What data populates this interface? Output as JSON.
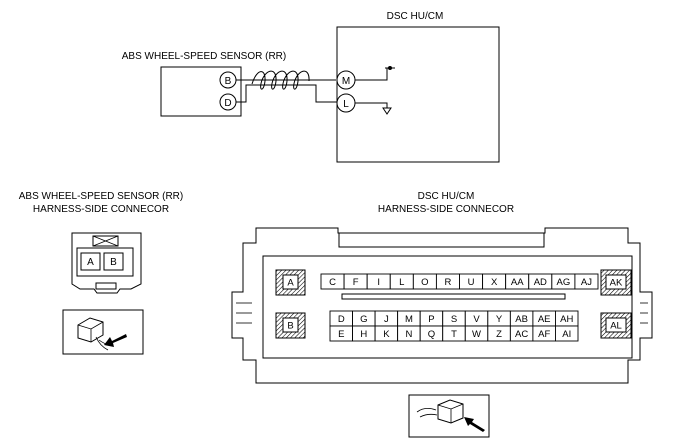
{
  "wiring": {
    "ecu_title": "DSC HU/CM",
    "sensor_title": "ABS WHEEL-SPEED SENSOR (RR)",
    "sensor_pins": [
      "B",
      "D"
    ],
    "ecu_pins": [
      "M",
      "L"
    ]
  },
  "sensor_connector": {
    "title_line1": "ABS WHEEL-SPEED SENSOR (RR)",
    "title_line2": "HARNESS-SIDE CONNECOR",
    "pins": [
      "A",
      "B"
    ]
  },
  "ecu_connector": {
    "title_line1": "DSC HU/CM",
    "title_line2": "HARNESS-SIDE CONNECOR",
    "side_pins": [
      "A",
      "B",
      "AK",
      "AL"
    ],
    "row1": [
      "C",
      "F",
      "I",
      "L",
      "O",
      "R",
      "U",
      "X",
      "AA",
      "AD",
      "AG",
      "AJ"
    ],
    "row2": [
      "D",
      "G",
      "J",
      "M",
      "P",
      "S",
      "V",
      "Y",
      "AB",
      "AE",
      "AH"
    ],
    "row3": [
      "E",
      "H",
      "K",
      "N",
      "Q",
      "T",
      "W",
      "Z",
      "AC",
      "AF",
      "AI"
    ]
  }
}
